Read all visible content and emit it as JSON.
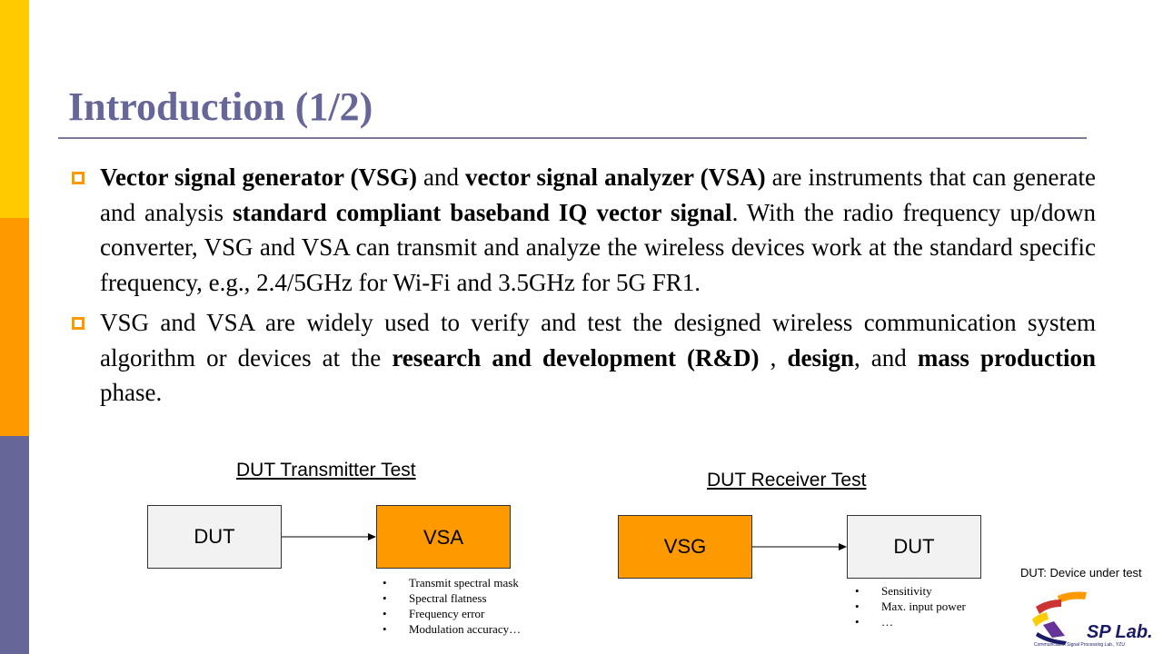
{
  "colors": {
    "accent_yellow": "#FFCC00",
    "accent_orange": "#FF9900",
    "accent_purple": "#666699",
    "box_gray": "#F2F2F2"
  },
  "slide": {
    "title": "Introduction (1/2)"
  },
  "bullets": [
    {
      "icon": "hollow-square-bullet-icon",
      "p1_b": "Vector signal generator (VSG)",
      "p2": " and ",
      "p3_b": "vector signal analyzer (VSA)",
      "p4": " are instruments that can generate and analysis ",
      "p5_b": "standard compliant baseband IQ vector signal",
      "p6": ". With the radio frequency up/down converter, VSG and VSA can transmit and analyze the wireless devices work at the standard specific frequency, e.g., 2.4/5GHz for Wi-Fi and 3.5GHz for 5G FR1."
    },
    {
      "icon": "hollow-square-bullet-icon",
      "p1": "VSG and  VSA are widely used to verify and test the designed wireless communication system algorithm or devices at the ",
      "p2_b": "research and development (R&D)",
      "p3": " , ",
      "p4_b": "design",
      "p5": ", and ",
      "p6_b": "mass production",
      "p7": " phase."
    }
  ],
  "tx_test": {
    "label": "DUT Transmitter Test",
    "source_box": "DUT",
    "target_box": "VSA",
    "notes": [
      "Transmit spectral mask",
      "Spectral flatness",
      "Frequency error",
      "Modulation accuracy…"
    ]
  },
  "rx_test": {
    "label": "DUT Receiver Test",
    "source_box": "VSG",
    "target_box": "DUT",
    "notes": [
      "Sensitivity",
      "Max. input power",
      "…"
    ]
  },
  "footnote": "DUT: Device under test",
  "logo": {
    "title": "SP Lab.",
    "subtitle": "Communication Signal Processing Lab., YZU"
  }
}
